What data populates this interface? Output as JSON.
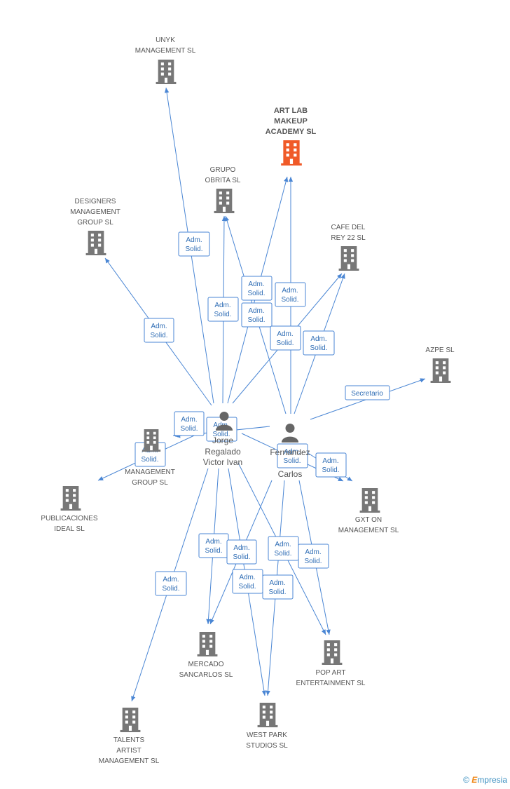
{
  "colors": {
    "edge": "#4a86d4",
    "company": "#777777",
    "main_company": "#f05a28",
    "person": "#666666",
    "text": "#555555"
  },
  "diagram": {
    "nodes": [
      {
        "id": "unyk",
        "type": "company",
        "label": [
          "UNYK",
          "MANAGEMENT SL"
        ]
      },
      {
        "id": "artlab",
        "type": "main",
        "label": [
          "ART LAB",
          "MAKEUP",
          "ACADEMY SL"
        ]
      },
      {
        "id": "grupo",
        "type": "company",
        "label": [
          "GRUPO",
          "OBRITA SL"
        ]
      },
      {
        "id": "designers",
        "type": "company",
        "label": [
          "DESIGNERS",
          "MANAGEMENT",
          "GROUP SL"
        ]
      },
      {
        "id": "cafe",
        "type": "company",
        "label": [
          "CAFE DEL",
          "REY 22 SL"
        ]
      },
      {
        "id": "azpe",
        "type": "company",
        "label": [
          "AZPE SL"
        ]
      },
      {
        "id": "mgmtgroup",
        "type": "company",
        "label": [
          "MANAGEMENT",
          "GROUP  SL"
        ]
      },
      {
        "id": "publicaciones",
        "type": "company",
        "label": [
          "PUBLICACIONES",
          "IDEAL SL"
        ]
      },
      {
        "id": "gxt",
        "type": "company",
        "label": [
          "GXT ON",
          "MANAGEMENT SL"
        ]
      },
      {
        "id": "mercado",
        "type": "company",
        "label": [
          "MERCADO",
          "SANCARLOS  SL"
        ]
      },
      {
        "id": "popart",
        "type": "company",
        "label": [
          "POP ART",
          "ENTERTAINMENT SL"
        ]
      },
      {
        "id": "westpark",
        "type": "company",
        "label": [
          "WEST PARK",
          "STUDIOS SL"
        ]
      },
      {
        "id": "talents",
        "type": "company",
        "label": [
          "TALENTS",
          "ARTIST",
          "MANAGEMENT SL"
        ]
      },
      {
        "id": "victor",
        "type": "person",
        "label": [
          "Jorge",
          "Regalado",
          "Victor Ivan"
        ]
      },
      {
        "id": "carlos",
        "type": "person",
        "label": [
          "Fernandez",
          "Carlos"
        ]
      }
    ],
    "edge_labels": {
      "adm_1": "Adm.",
      "adm_2": "Solid.",
      "secretario": "Secretario"
    }
  },
  "footer": {
    "copyright": "©",
    "brand_initial": "E",
    "brand_rest": "mpresia"
  }
}
